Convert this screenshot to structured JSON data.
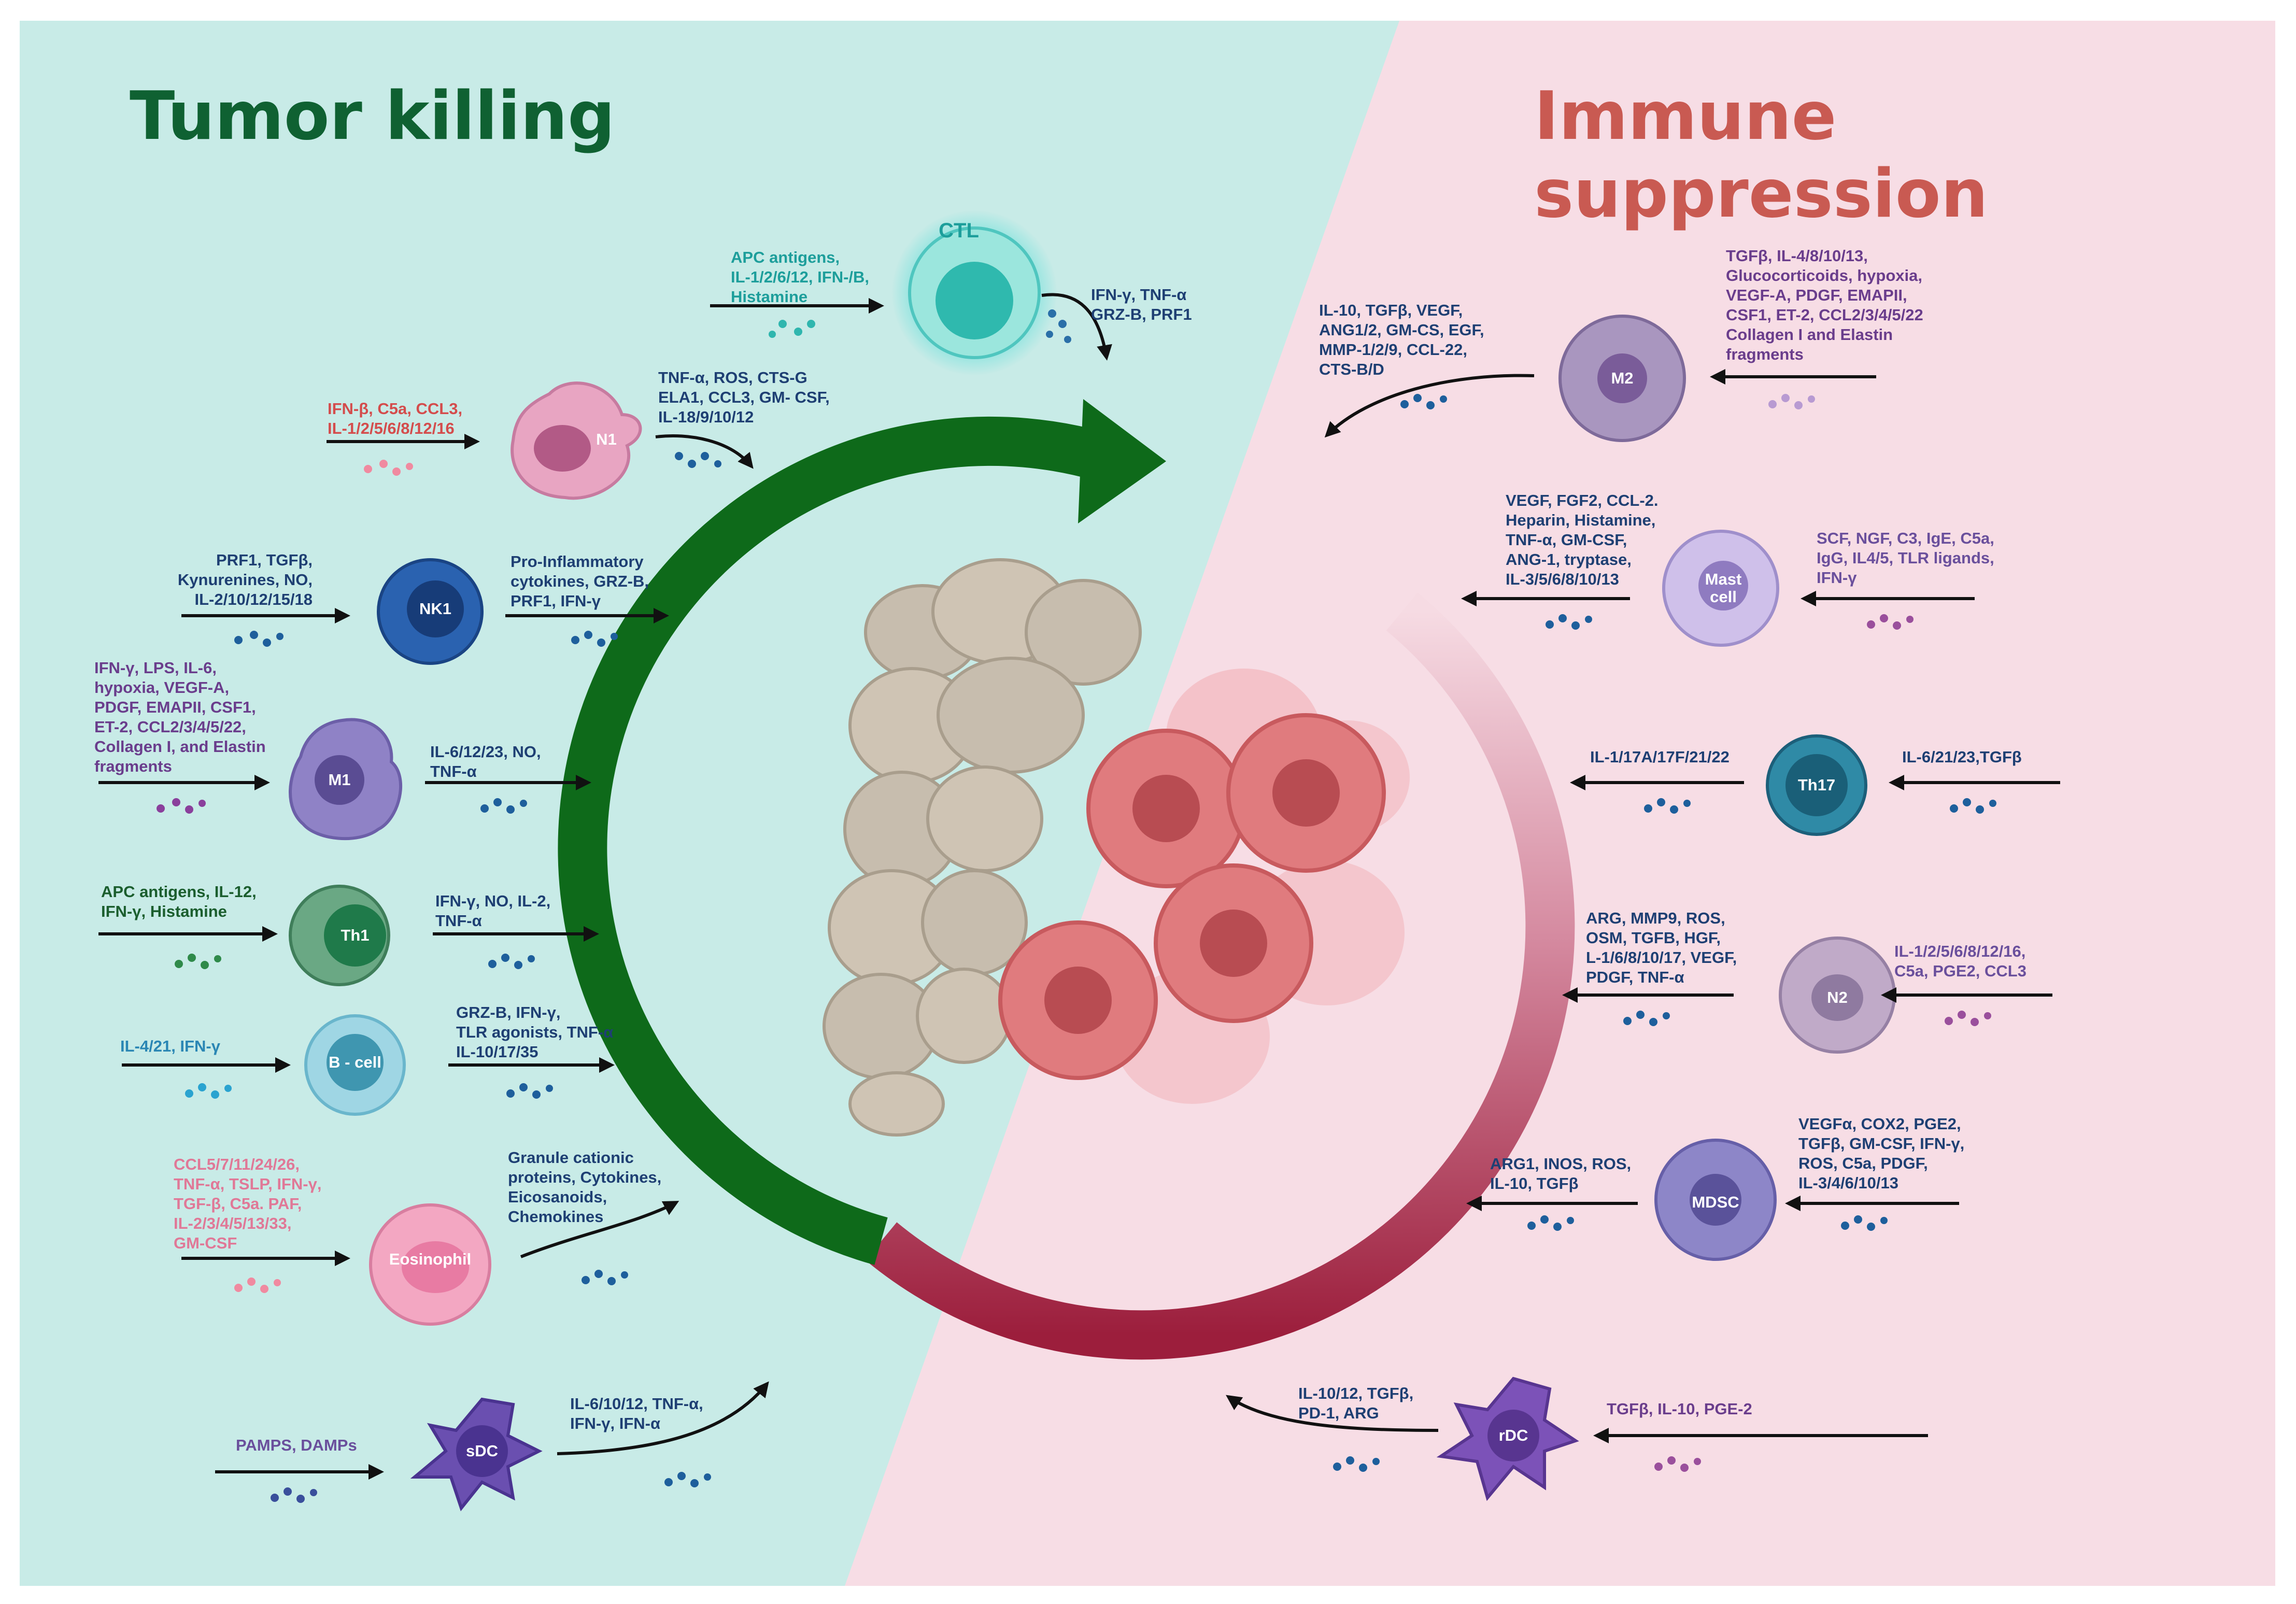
{
  "titles": {
    "left": "Tumor killing",
    "right": "Immune suppression"
  },
  "colors": {
    "left_bg": "#c8ebe7",
    "right_bg": "#f7dde5",
    "left_title": "#0f6132",
    "right_title": "#c95a52",
    "green_arc": "#0e6a1a",
    "red_arc": "#9c1e3c"
  },
  "cells": {
    "ctl": "CTL",
    "n1": "N1",
    "nk1": "NK1",
    "m1": "M1",
    "th1": "Th1",
    "bcell": "B - cell",
    "eosinophil": "Eosinophil",
    "sdc": "sDC",
    "m2": "M2",
    "mast": "Mast\ncell",
    "th17": "Th17",
    "n2": "N2",
    "mdsc": "MDSC",
    "rdc": "rDC"
  },
  "labels": {
    "ctl_in": "APC antigens,\nIL-1/2/6/12, IFN-/B,\nHistamine",
    "ctl_out": "IFN-γ, TNF-α\nGRZ-B, PRF1",
    "n1_in": "IFN-β, C5a, CCL3,\nIL-1/2/5/6/8/12/16",
    "n1_out": "TNF-α, ROS, CTS-G\nELA1, CCL3, GM- CSF,\nIL-18/9/10/12",
    "nk1_in": "PRF1, TGFβ,\nKynurenines, NO,\nIL-2/10/12/15/18",
    "nk1_out": "Pro-Inflammatory\ncytokines, GRZ-B,\nPRF1, IFN-γ",
    "m1_in": "IFN-γ, LPS, IL-6,\nhypoxia, VEGF-A,\nPDGF, EMAPII, CSF1,\nET-2, CCL2/3/4/5/22,\nCollagen I, and Elastin\nfragments",
    "m1_out": "IL-6/12/23, NO,\nTNF-α",
    "th1_in": "APC antigens, IL-12,\nIFN-γ, Histamine",
    "th1_out": "IFN-γ, NO, IL-2,\nTNF-α",
    "bcell_in": "IL-4/21, IFN-γ",
    "bcell_out": "GRZ-B, IFN-γ,\nTLR agonists, TNF-α\nIL-10/17/35",
    "eos_in": "CCL5/7/11/24/26,\nTNF-α, TSLP, IFN-γ,\nTGF-β, C5a. PAF,\nIL-2/3/4/5/13/33,\nGM-CSF",
    "eos_out": "Granule cationic\nproteins, Cytokines,\nEicosanoids,\nChemokines",
    "sdc_in": "PAMPS, DAMPs",
    "sdc_out": "IL-6/10/12, TNF-α,\nIFN-γ, IFN-α",
    "m2_in": "TGFβ, IL-4/8/10/13,\nGlucocorticoids, hypoxia,\nVEGF-A, PDGF, EMAPII,\nCSF1, ET-2, CCL2/3/4/5/22\nCollagen I and Elastin\nfragments",
    "m2_out": "IL-10, TGFβ, VEGF,\nANG1/2, GM-CS, EGF,\nMMP-1/2/9, CCL-22,\nCTS-B/D",
    "mast_in": "SCF, NGF, C3, IgE, C5a,\nIgG, IL4/5, TLR ligands,\nIFN-γ",
    "mast_out": "VEGF, FGF2, CCL-2.\nHeparin, Histamine,\nTNF-α, GM-CSF,\nANG-1, tryptase,\nIL-3/5/6/8/10/13",
    "th17_in": "IL-6/21/23,TGFβ",
    "th17_out": "IL-1/17A/17F/21/22",
    "n2_in": "IL-1/2/5/6/8/12/16,\nC5a, PGE2, CCL3",
    "n2_out": "ARG, MMP9, ROS,\nOSM, TGFB, HGF,\nL-1/6/8/10/17, VEGF,\nPDGF, TNF-α",
    "mdsc_in": "VEGFα, COX2, PGE2,\nTGFβ, GM-CSF, IFN-γ,\nROS, C5a, PDGF,\nIL-3/4/6/10/13",
    "mdsc_out": "ARG1, INOS, ROS,\nIL-10, TGFβ",
    "rdc_in": "TGFβ, IL-10, PGE-2",
    "rdc_out": "IL-10/12, TGFβ,\nPD-1, ARG"
  }
}
